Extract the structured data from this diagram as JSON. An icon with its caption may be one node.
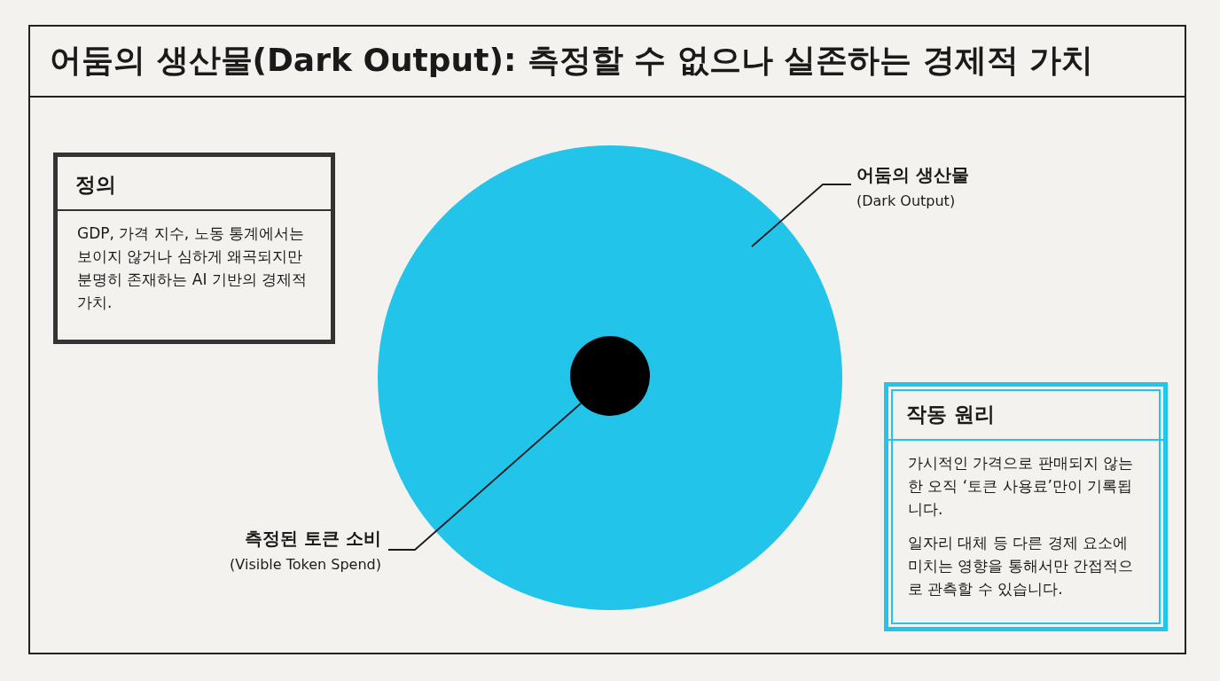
{
  "diagram": {
    "title": "어둠의 생산물(Dark Output): 측정할 수 없으나 실존하는 경제적 가치",
    "nodes": [
      {
        "text": [
          "정의",
          "GDP, 가격 지수, 노동 통계에서는 보이지 않거나 심하게 왜곡되지만 분명히 존재하는 AI 기반의 경제적 가치."
        ]
      },
      {
        "text": [
          "어둠의 생산물",
          "(Dark Output)"
        ]
      },
      {
        "text": [],
        "shape": "circle"
      },
      {
        "text": [],
        "shape": "circle",
        "in": 2
      },
      {
        "text": [
          "측정된 토큰 소비",
          "(Visible Token Spend)"
        ]
      },
      {
        "text": [
          "작동 원리",
          "가시적인 가격으로 판매되지 않는 한 오직 ‘토큰 사용료’만이 기록됩니다.",
          "일자리 대체 등 다른 경제 요소에 미치는 영향을 통해서만 간접적으로 관측할 수 있습니다."
        ]
      }
    ],
    "edges": [
      {
        "from": 1,
        "to": 2,
        "arrow": "none"
      },
      {
        "from": 4,
        "to": 3,
        "arrow": "none"
      }
    ]
  }
}
